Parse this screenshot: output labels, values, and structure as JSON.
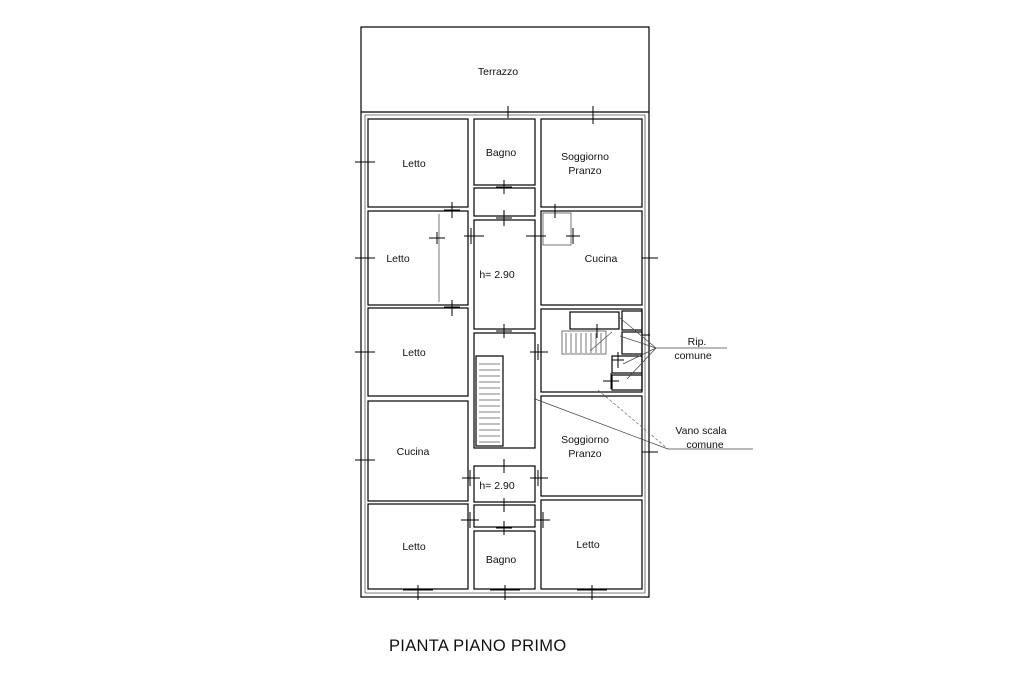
{
  "plan": {
    "title": "PIANTA PIANO PRIMO",
    "rooms": {
      "terrazzo": "Terrazzo",
      "letto_1": "Letto",
      "bagno_1": "Bagno",
      "soggiorno_1_a": "Soggiorno",
      "soggiorno_1_b": "Pranzo",
      "letto_2": "Letto",
      "corridor_1": "h= 2.90",
      "cucina_1": "Cucina",
      "letto_3": "Letto",
      "cucina_2": "Cucina",
      "soggiorno_2_a": "Soggiorno",
      "soggiorno_2_b": "Pranzo",
      "corridor_2": "h= 2.90",
      "letto_4": "Letto",
      "bagno_2": "Bagno",
      "letto_5": "Letto"
    },
    "callouts": {
      "rip_a": "Rip.",
      "rip_b": "comune",
      "vano_a": "Vano scala",
      "vano_b": "comune"
    }
  }
}
